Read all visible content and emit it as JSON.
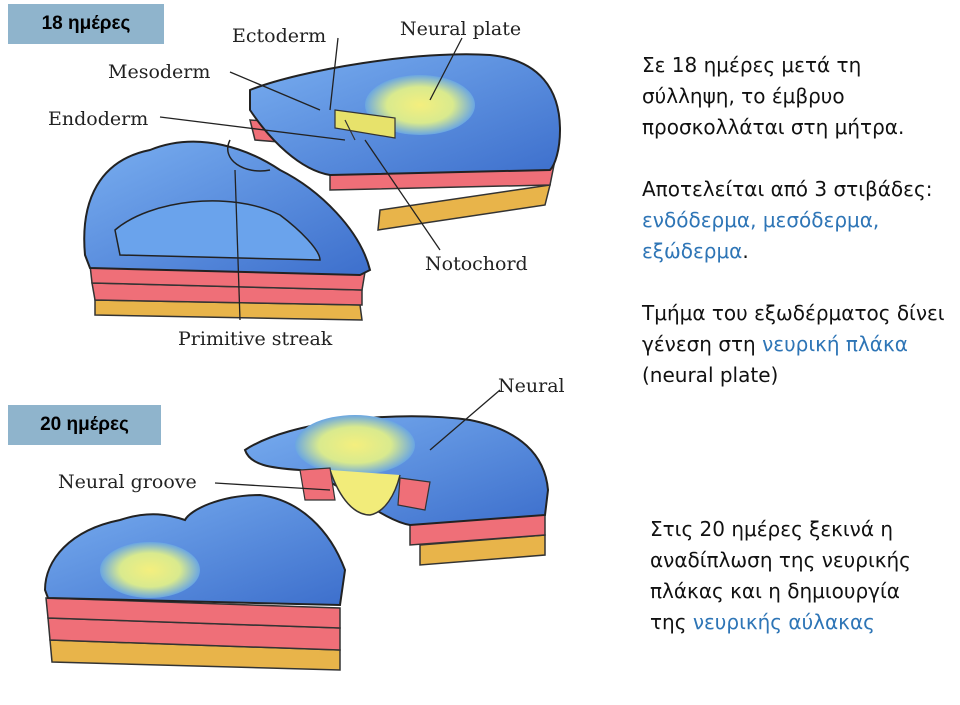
{
  "labels": {
    "day18": "18 ημέρες",
    "day20": "20 ημέρες"
  },
  "diagram_top": {
    "ectoderm": "Ectoderm",
    "neural_plate": "Neural plate",
    "mesoderm": "Mesoderm",
    "endoderm": "Endoderm",
    "notochord": "Notochord",
    "primitive_streak": "Primitive streak"
  },
  "diagram_bottom": {
    "neural": "Neural",
    "neural_groove": "Neural groove"
  },
  "text": {
    "p1": "Σε 18 ημέρες μετά τη σύλληψη, το έμβρυο προσκολλάται στη μήτρα.",
    "p2_plain": "Αποτελείται από 3 στιβάδες:",
    "p2_blue": "ενδόδερμα, μεσόδερμα, εξώδερμα",
    "p2_end": ".",
    "p3_plain": "Τμήμα του εξωδέρματος δίνει γένεση στη",
    "p3_blue": "νευρική πλάκα",
    "p3_end": "(neural plate)",
    "p4_plain": "Στις 20 ημέρες ξεκινά η αναδίπλωση της νευρικής πλάκας και η δημιουργία της",
    "p4_blue": "νευρικής αύλακας"
  },
  "colors": {
    "tag_bg": "#8fb4cc",
    "accent_text": "#2e75b6",
    "ectoderm_blue": "#4f86d6",
    "neural_yellow": "#f2ec7a",
    "mesoderm_pink": "#ef6f78",
    "endoderm_gold": "#e8b44a"
  }
}
